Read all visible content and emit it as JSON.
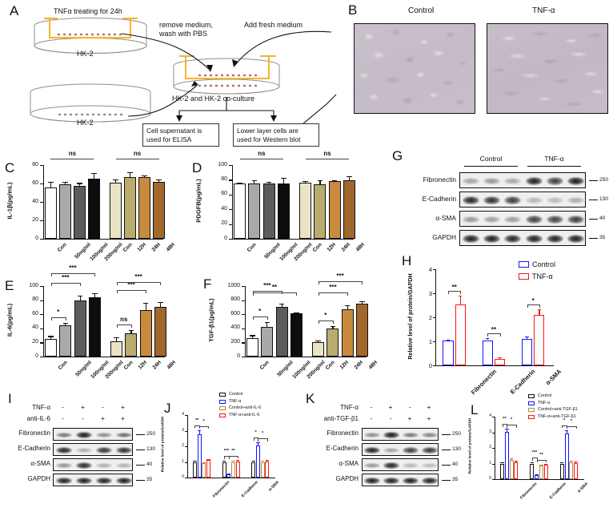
{
  "figure": {
    "panels": [
      "A",
      "B",
      "C",
      "D",
      "E",
      "F",
      "G",
      "H",
      "I",
      "J",
      "K",
      "L"
    ]
  },
  "panelA": {
    "letter": "A",
    "title": "TNFα treating for 24h",
    "label_hk2_top": "HK-2",
    "label_hk2_bottom": "HK-2",
    "arrow_remove": "remove medium,\nwash with PBS",
    "arrow_remove_l1": "remove medium,",
    "arrow_remove_l2": "wash with PBS",
    "arrow_add": "Add fresh medium",
    "coculture": "HK-2 and HK-2 co-culture",
    "box_elisa_l1": "Cell supernatant is",
    "box_elisa_l2": "used for ELISA",
    "box_wb_l1": "Lower layer cells are",
    "box_wb_l2": "used for Western blot"
  },
  "panelB": {
    "letter": "B",
    "images": [
      {
        "label": "Control"
      },
      {
        "label": "TNF-α"
      }
    ]
  },
  "chart_data": [
    {
      "panel": "C",
      "type": "bar",
      "title": "",
      "ylabel": "IL-1β(pg/mL)",
      "xlabel": "",
      "ylim": [
        0,
        80
      ],
      "yticks": [
        0,
        20,
        40,
        60,
        80
      ],
      "categories": [
        "Con",
        "50ng/ml",
        "100ng/ml",
        "200ng/ml",
        "Con",
        "12H",
        "24H",
        "48H"
      ],
      "values": [
        56,
        59,
        57,
        65,
        61,
        67,
        67,
        62
      ],
      "errors": [
        6,
        2.5,
        3.5,
        6,
        3.5,
        5,
        1.5,
        2.5
      ],
      "colors": [
        "#ffffff",
        "#a9a9a9",
        "#5c5c5c",
        "#0d0d0d",
        "#eae4c4",
        "#b9ac6d",
        "#c98a3d",
        "#a2672c"
      ],
      "annotations": [
        {
          "text": "ns",
          "from": 0,
          "to": 3
        },
        {
          "text": "ns",
          "from": 4,
          "to": 7
        }
      ]
    },
    {
      "panel": "D",
      "type": "bar",
      "title": "",
      "ylabel": "PDGFB(pg/mL)",
      "xlabel": "",
      "ylim": [
        0,
        100
      ],
      "yticks": [
        0,
        20,
        40,
        60,
        80,
        100
      ],
      "categories": [
        "Con",
        "50ng/ml",
        "100ng/ml",
        "200ng/ml",
        "Con",
        "12H",
        "24H",
        "48H"
      ],
      "values": [
        75,
        75,
        75,
        75.5,
        76,
        73.5,
        78,
        79
      ],
      "errors": [
        1.5,
        4,
        2.5,
        7,
        2,
        5.5,
        1.5,
        6
      ],
      "colors": [
        "#ffffff",
        "#a9a9a9",
        "#5c5c5c",
        "#0d0d0d",
        "#eae4c4",
        "#b9ac6d",
        "#c98a3d",
        "#a2672c"
      ],
      "annotations": [
        {
          "text": "ns",
          "from": 0,
          "to": 3
        },
        {
          "text": "ns",
          "from": 4,
          "to": 7
        }
      ]
    },
    {
      "panel": "E",
      "type": "bar",
      "title": "",
      "ylabel": "IL-6(pg/mL)",
      "xlabel": "",
      "ylim": [
        0,
        100
      ],
      "yticks": [
        0,
        20,
        40,
        60,
        80,
        100
      ],
      "categories": [
        "Con",
        "50ng/ml",
        "100ng/ml",
        "200ng/ml",
        "Con",
        "12H",
        "24H",
        "48H"
      ],
      "values": [
        24.5,
        44,
        80,
        84,
        21.5,
        33,
        66,
        70.5
      ],
      "errors": [
        4.5,
        4,
        6.5,
        5.5,
        5.5,
        5,
        10,
        7
      ],
      "colors": [
        "#ffffff",
        "#a9a9a9",
        "#5c5c5c",
        "#0d0d0d",
        "#eae4c4",
        "#b9ac6d",
        "#c98a3d",
        "#a2672c"
      ],
      "annotations": [
        {
          "text": "*",
          "from": 0,
          "to": 1
        },
        {
          "text": "***",
          "from": 0,
          "to": 2
        },
        {
          "text": "***",
          "from": 0,
          "to": 3
        },
        {
          "text": "ns",
          "from": 4,
          "to": 5
        },
        {
          "text": "***",
          "from": 4,
          "to": 6
        },
        {
          "text": "***",
          "from": 4,
          "to": 7
        }
      ]
    },
    {
      "panel": "F",
      "type": "bar",
      "title": "",
      "ylabel": "TGF-β1(pg/mL)",
      "xlabel": "",
      "ylim": [
        0,
        1000
      ],
      "yticks": [
        0,
        200,
        400,
        600,
        800,
        1000
      ],
      "categories": [
        "Con",
        "50ng/ml",
        "100ng/ml",
        "200ng/ml",
        "Con",
        "12H",
        "24H",
        "48H"
      ],
      "values": [
        262,
        425,
        700,
        610,
        205,
        400,
        665,
        745
      ],
      "errors": [
        40,
        65,
        50,
        15,
        25,
        35,
        65,
        40
      ],
      "colors": [
        "#ffffff",
        "#a9a9a9",
        "#5c5c5c",
        "#0d0d0d",
        "#eae4c4",
        "#b9ac6d",
        "#c98a3d",
        "#a2672c"
      ],
      "annotations": [
        {
          "text": "*",
          "from": 0,
          "to": 1
        },
        {
          "text": "***",
          "from": 0,
          "to": 2
        },
        {
          "text": "**",
          "from": 0,
          "to": 3
        },
        {
          "text": "*",
          "from": 4,
          "to": 5
        },
        {
          "text": "***",
          "from": 4,
          "to": 6
        },
        {
          "text": "***",
          "from": 4,
          "to": 7
        }
      ]
    },
    {
      "panel": "H",
      "type": "bar",
      "ylabel": "Relative  level of protein/GAPDH",
      "ylim": [
        0,
        4
      ],
      "yticks": [
        0,
        1,
        2,
        3,
        4
      ],
      "categories": [
        "Fibronectin",
        "E-Cadherin",
        "α-SMA"
      ],
      "series": [
        {
          "name": "Control",
          "color": "#1414ff",
          "values": [
            1.02,
            1.05,
            1.1
          ],
          "errors": [
            0.05,
            0.07,
            0.09
          ]
        },
        {
          "name": "TNF-α",
          "color": "#ff1414",
          "values": [
            2.55,
            0.27,
            2.1
          ],
          "errors": [
            0.35,
            0.07,
            0.22
          ]
        }
      ],
      "annotations": [
        {
          "text": "**",
          "cat": 0
        },
        {
          "text": "**",
          "cat": 1
        },
        {
          "text": "*",
          "cat": 2
        }
      ]
    },
    {
      "panel": "J",
      "type": "bar",
      "ylabel": "Relative  level of protein/GAPDH",
      "ylim": [
        0,
        4
      ],
      "yticks": [
        0,
        1,
        2,
        3,
        4
      ],
      "categories": [
        "Fibronectin",
        "E-Cadherin",
        "α-SMA"
      ],
      "series": [
        {
          "name": "Control",
          "color": "#111111",
          "values": [
            1.0,
            1.0,
            1.0
          ],
          "errors": [
            0.06,
            0.06,
            0.06
          ]
        },
        {
          "name": "TNF-α",
          "color": "#1414ff",
          "values": [
            2.75,
            0.2,
            2.05
          ],
          "errors": [
            0.28,
            0.05,
            0.2
          ]
        },
        {
          "name": "Control+anti-IL-6",
          "color": "#b08d3c",
          "values": [
            0.9,
            1.0,
            1.0
          ],
          "errors": [
            0.08,
            0.1,
            0.08
          ]
        },
        {
          "name": "TNF-α+anti-IL-6",
          "color": "#ff1414",
          "values": [
            1.12,
            1.05,
            1.05
          ],
          "errors": [
            0.08,
            0.08,
            0.08
          ]
        }
      ],
      "annotations": [
        {
          "text": "**",
          "cat": 0,
          "kind": "left"
        },
        {
          "text": "*",
          "cat": 0,
          "kind": "right"
        },
        {
          "text": "***",
          "cat": 1,
          "kind": "left"
        },
        {
          "text": "**",
          "cat": 1,
          "kind": "right"
        },
        {
          "text": "*",
          "cat": 2,
          "kind": "left"
        },
        {
          "text": "*",
          "cat": 2,
          "kind": "right"
        }
      ]
    },
    {
      "panel": "L",
      "type": "bar",
      "ylabel": "Relative  level of protein/GAPDH",
      "ylim": [
        0,
        4
      ],
      "yticks": [
        0,
        1,
        2,
        3,
        4
      ],
      "categories": [
        "Fibronectin",
        "E-Cadherin",
        "α-SMA"
      ],
      "series": [
        {
          "name": "Control",
          "color": "#111111",
          "values": [
            1.0,
            1.0,
            1.0
          ],
          "errors": [
            0.06,
            0.06,
            0.06
          ]
        },
        {
          "name": "TNF-α",
          "color": "#1414ff",
          "values": [
            3.05,
            0.25,
            2.9
          ],
          "errors": [
            0.18,
            0.06,
            0.25
          ]
        },
        {
          "name": "Control+anti-TGF-β1",
          "color": "#b08d3c",
          "values": [
            1.22,
            0.85,
            1.08
          ],
          "errors": [
            0.12,
            0.08,
            0.09
          ]
        },
        {
          "name": "TNF-α+anti-TGF-β1",
          "color": "#ff1414",
          "values": [
            1.1,
            0.9,
            1.05
          ],
          "errors": [
            0.1,
            0.08,
            0.08
          ]
        }
      ],
      "annotations": [
        {
          "text": "**",
          "cat": 0,
          "kind": "left"
        },
        {
          "text": "*",
          "cat": 0,
          "kind": "right"
        },
        {
          "text": "***",
          "cat": 1,
          "kind": "left"
        },
        {
          "text": "**",
          "cat": 1,
          "kind": "right"
        },
        {
          "text": "*",
          "cat": 2,
          "kind": "left"
        },
        {
          "text": "*",
          "cat": 2,
          "kind": "right"
        }
      ]
    }
  ],
  "panelG": {
    "letter": "G",
    "groups": [
      "Control",
      "TNF-α"
    ],
    "rows": [
      {
        "name": "Fibronectin",
        "mw": "250"
      },
      {
        "name": "E-Cadherin",
        "mw": "130"
      },
      {
        "name": "α-SMA",
        "mw": "40"
      },
      {
        "name": "GAPDH",
        "mw": "35"
      }
    ]
  },
  "panelI": {
    "letter": "I",
    "conditions": [
      {
        "name": "TNF-α",
        "values": [
          "-",
          "+",
          "-",
          "+"
        ]
      },
      {
        "name": "anti-IL-6",
        "values": [
          "-",
          "-",
          "+",
          "+"
        ]
      }
    ],
    "rows": [
      {
        "name": "Fibronectin",
        "mw": "250"
      },
      {
        "name": "E-Cadherin",
        "mw": "130"
      },
      {
        "name": "α-SMA",
        "mw": "40"
      },
      {
        "name": "GAPDH",
        "mw": "35"
      }
    ]
  },
  "panelK": {
    "letter": "K",
    "conditions": [
      {
        "name": "TNF-α",
        "values": [
          "-",
          "+",
          "-",
          "+"
        ]
      },
      {
        "name": "anti-TGF-β1",
        "values": [
          "-",
          "-",
          "+",
          "+"
        ]
      }
    ],
    "rows": [
      {
        "name": "Fibronectin",
        "mw": "250"
      },
      {
        "name": "E-Cadherin",
        "mw": "130"
      },
      {
        "name": "α-SMA",
        "mw": "40"
      },
      {
        "name": "GAPDH",
        "mw": "35"
      }
    ]
  },
  "letters": {
    "A": "A",
    "B": "B",
    "C": "C",
    "D": "D",
    "E": "E",
    "F": "F",
    "G": "G",
    "H": "H",
    "I": "I",
    "J": "J",
    "K": "K",
    "L": "L"
  }
}
